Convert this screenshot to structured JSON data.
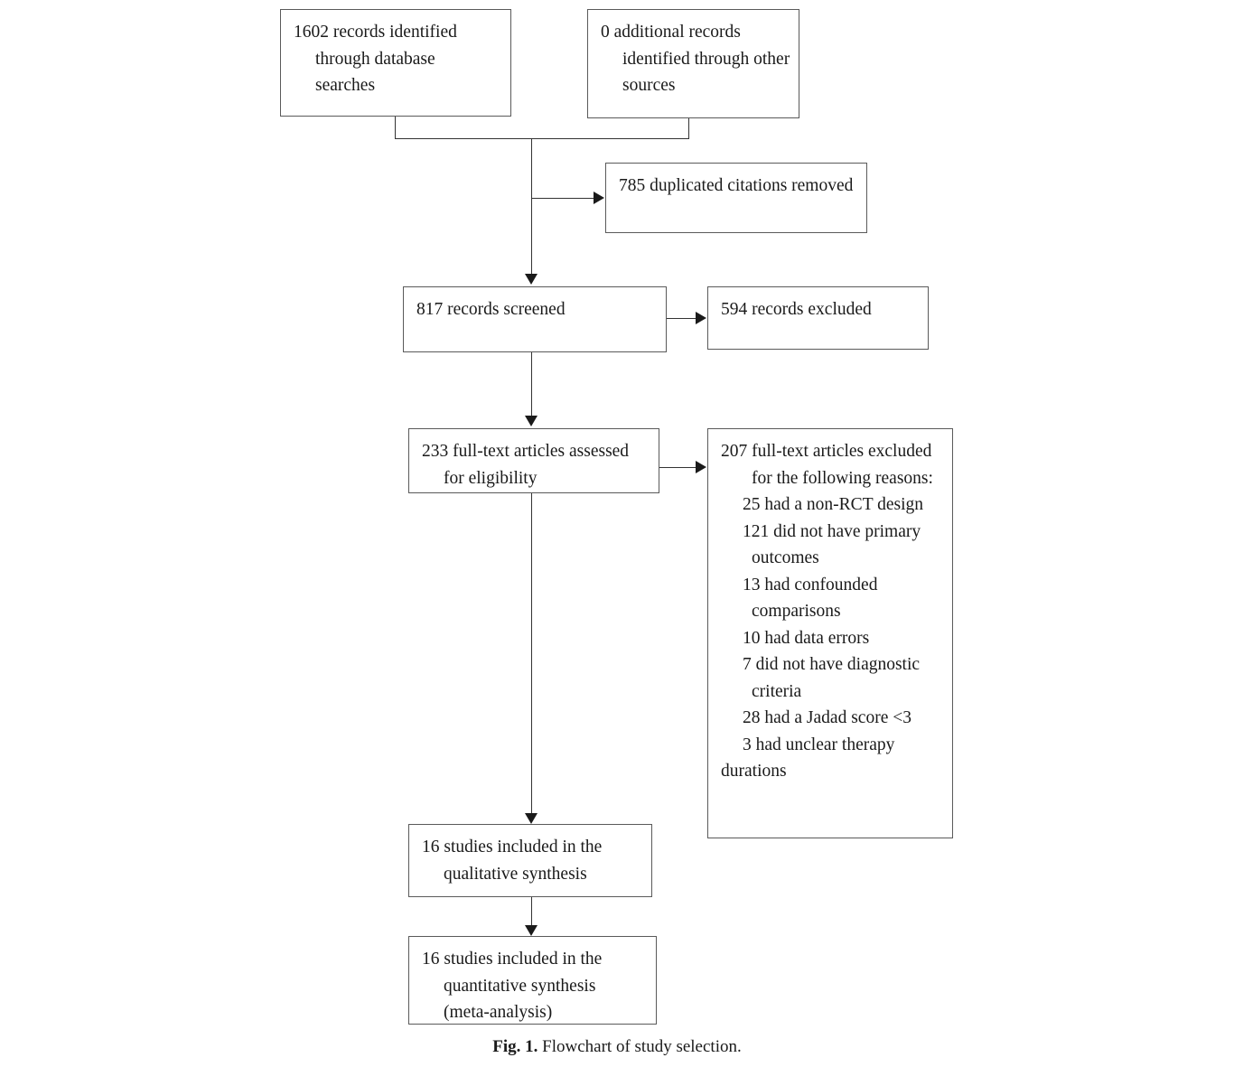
{
  "figure": {
    "label": "Fig. 1.",
    "caption": "Flowchart of study selection."
  },
  "chart_data": {
    "type": "diagram",
    "diagram_kind": "prisma-flowchart",
    "title": "Flowchart of study selection",
    "nodes": [
      {
        "id": "identified_db",
        "value": 1602,
        "text": "1602 records identified through database searches"
      },
      {
        "id": "identified_other",
        "value": 0,
        "text": "0 additional records identified through other sources"
      },
      {
        "id": "duplicates_removed",
        "value": 785,
        "text": "785 duplicated citations removed"
      },
      {
        "id": "screened",
        "value": 817,
        "text": "817 records screened"
      },
      {
        "id": "records_excluded",
        "value": 594,
        "text": "594 records excluded"
      },
      {
        "id": "fulltext_assessed",
        "value": 233,
        "text": "233 full-text articles assessed for eligibility"
      },
      {
        "id": "fulltext_excluded",
        "value": 207,
        "text": "207 full-text articles excluded for the following reasons"
      },
      {
        "id": "qualitative",
        "value": 16,
        "text": "16 studies included in the qualitative synthesis"
      },
      {
        "id": "quantitative",
        "value": 16,
        "text": "16 studies included in the quantitative synthesis (meta-analysis)"
      }
    ],
    "exclusion_reasons": [
      {
        "count": 25,
        "reason": "had a non-RCT design"
      },
      {
        "count": 121,
        "reason": "did not have primary outcomes"
      },
      {
        "count": 13,
        "reason": "had confounded comparisons"
      },
      {
        "count": 10,
        "reason": "had data errors"
      },
      {
        "count": 7,
        "reason": "did not have diagnostic criteria"
      },
      {
        "count": 28,
        "reason": "had a Jadad score <3"
      },
      {
        "count": 3,
        "reason": "had unclear therapy durations"
      }
    ],
    "edges": [
      {
        "from": "identified_db",
        "to": "screened"
      },
      {
        "from": "identified_other",
        "to": "screened"
      },
      {
        "from": "identified_db+identified_other",
        "to": "duplicates_removed"
      },
      {
        "from": "screened",
        "to": "records_excluded"
      },
      {
        "from": "screened",
        "to": "fulltext_assessed"
      },
      {
        "from": "fulltext_assessed",
        "to": "fulltext_excluded"
      },
      {
        "from": "fulltext_assessed",
        "to": "qualitative"
      },
      {
        "from": "qualitative",
        "to": "quantitative"
      }
    ]
  },
  "boxes": {
    "identified_db": {
      "line1": "1602 records identified",
      "line2": "through database",
      "line3": "searches"
    },
    "identified_other": {
      "line1": "0 additional records",
      "line2": "identified through other",
      "line3": "sources"
    },
    "duplicates_removed": {
      "line1": "785 duplicated citations removed"
    },
    "screened": {
      "line1": "817 records screened"
    },
    "records_excluded": {
      "line1": "594 records excluded"
    },
    "fulltext_assessed": {
      "line1": "233 full-text articles assessed",
      "line2": "for eligibility"
    },
    "fulltext_excluded": {
      "line1": "207 full-text articles excluded",
      "line2": "for the following reasons:",
      "line3": "25 had a non-RCT design",
      "line4": "121 did not have primary",
      "line5": "outcomes",
      "line6": "13 had confounded",
      "line7": "comparisons",
      "line8": "10 had data errors",
      "line9": "7 did not have diagnostic",
      "line10": "criteria",
      "line11": "28 had a Jadad score <3",
      "line12": "3 had unclear therapy",
      "line13": "durations"
    },
    "qualitative": {
      "line1": "16 studies included in the",
      "line2": "qualitative synthesis"
    },
    "quantitative": {
      "line1": "16 studies included in the",
      "line2": "quantitative synthesis",
      "line3": "(meta-analysis)"
    }
  }
}
